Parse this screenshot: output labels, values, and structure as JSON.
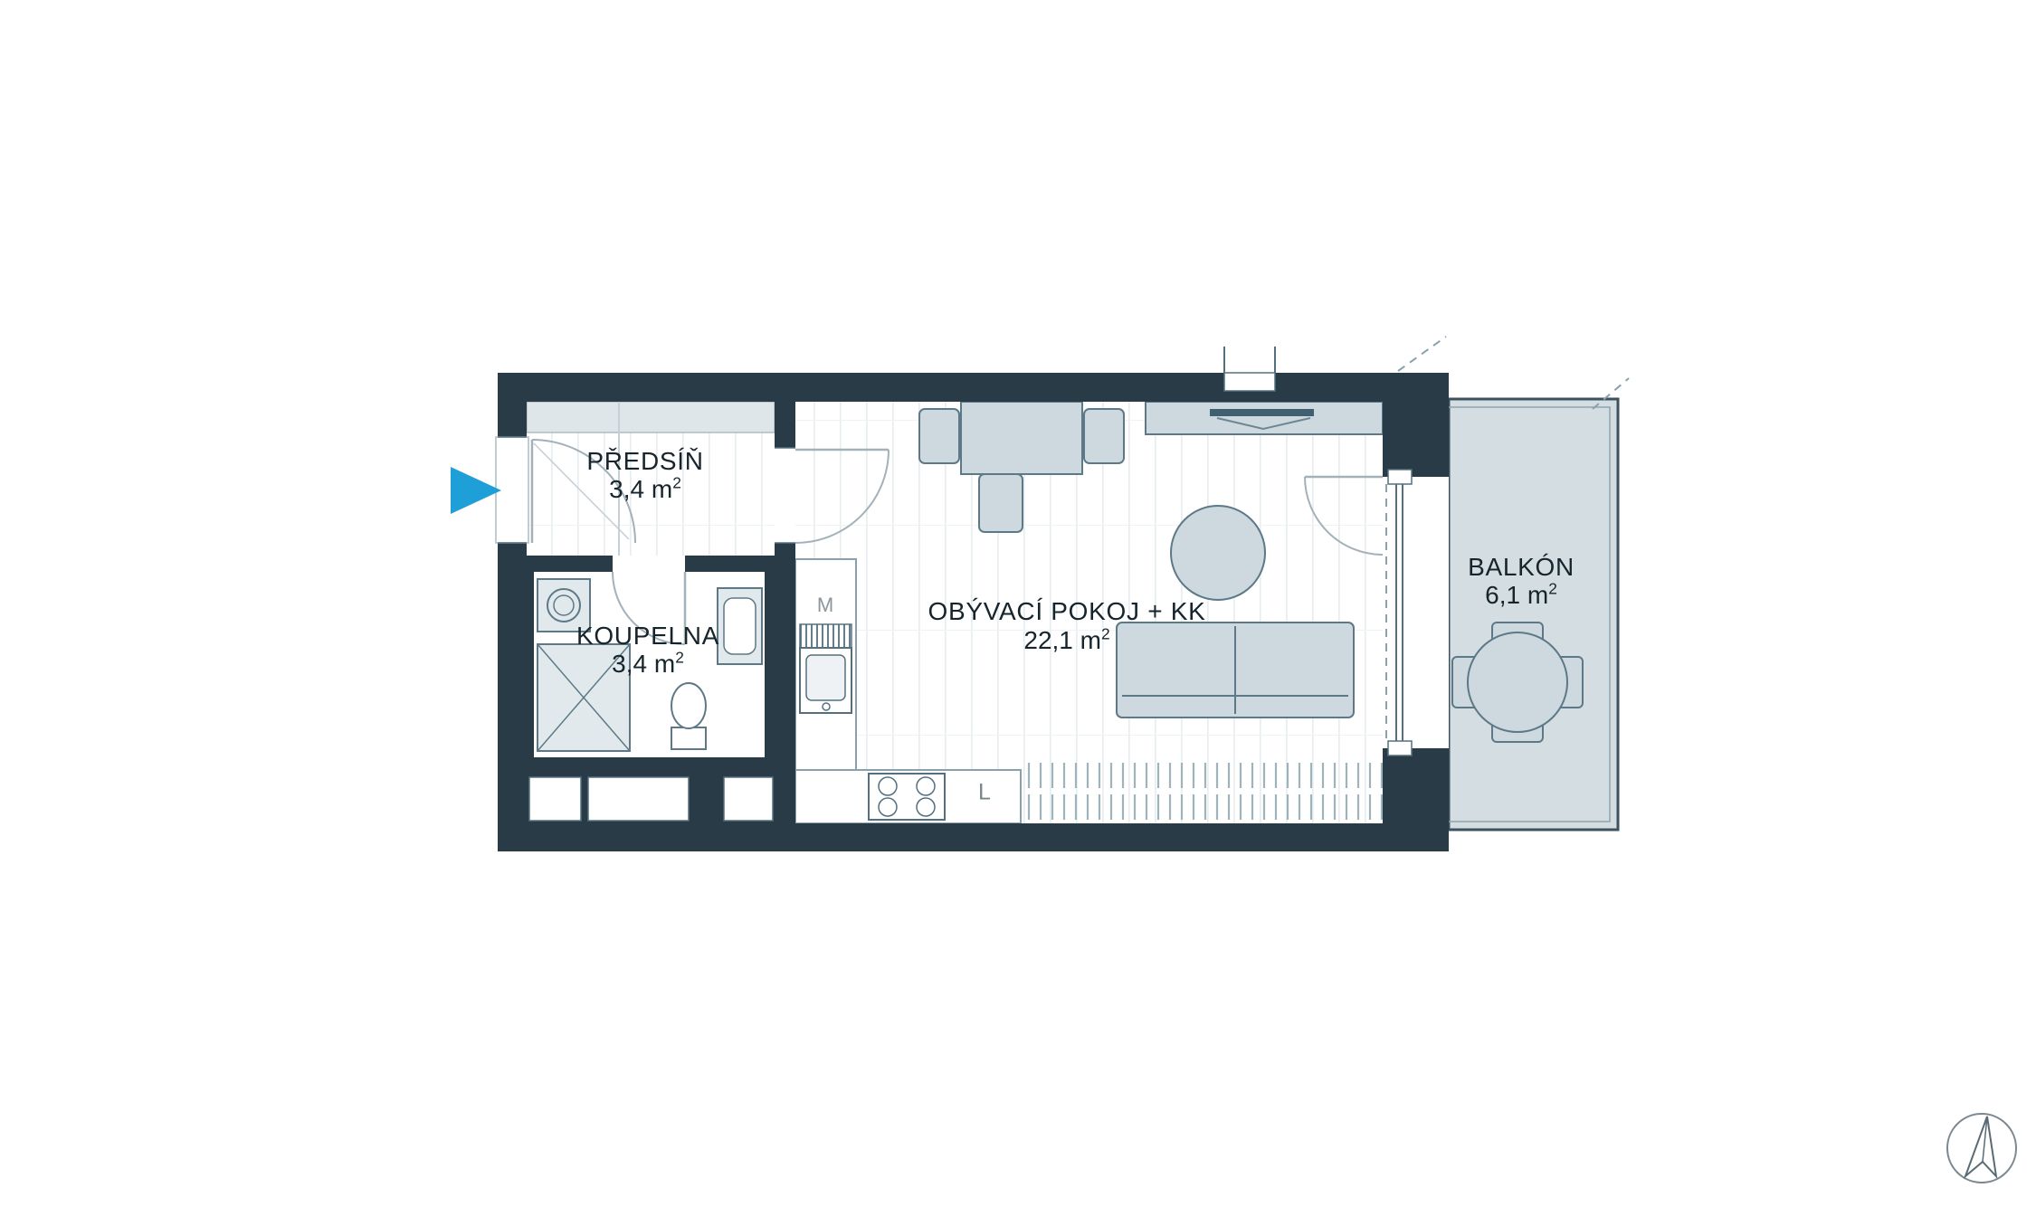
{
  "floorplan": {
    "rooms": {
      "predsin": {
        "name": "PŘEDSÍŇ",
        "area_m": "3,4 m",
        "area_sup": "2"
      },
      "koupelna": {
        "name": "KOUPELNA",
        "area_m": "3,4 m",
        "area_sup": "2"
      },
      "obyvaci": {
        "name": "OBÝVACÍ POKOJ + KK",
        "area_m": "22,1 m",
        "area_sup": "2"
      },
      "balkon": {
        "name": "BALKÓN",
        "area_m": "6,1 m",
        "area_sup": "2"
      }
    },
    "markers": {
      "m": "M",
      "l": "L"
    },
    "colors": {
      "wall": "#293b46",
      "furn": "#cdd9de",
      "furn_stroke": "#5d7987",
      "balcony": "#d4dee2",
      "arrow": "#1f9fd8",
      "text": "#16252d",
      "marker": "#8a969d"
    }
  }
}
